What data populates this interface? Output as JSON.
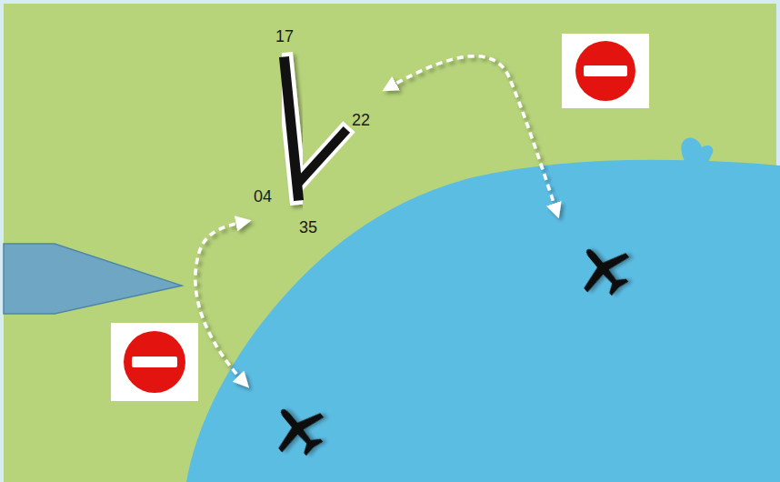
{
  "diagram": {
    "labels": [
      "17",
      "22",
      "04",
      "35"
    ]
  }
}
